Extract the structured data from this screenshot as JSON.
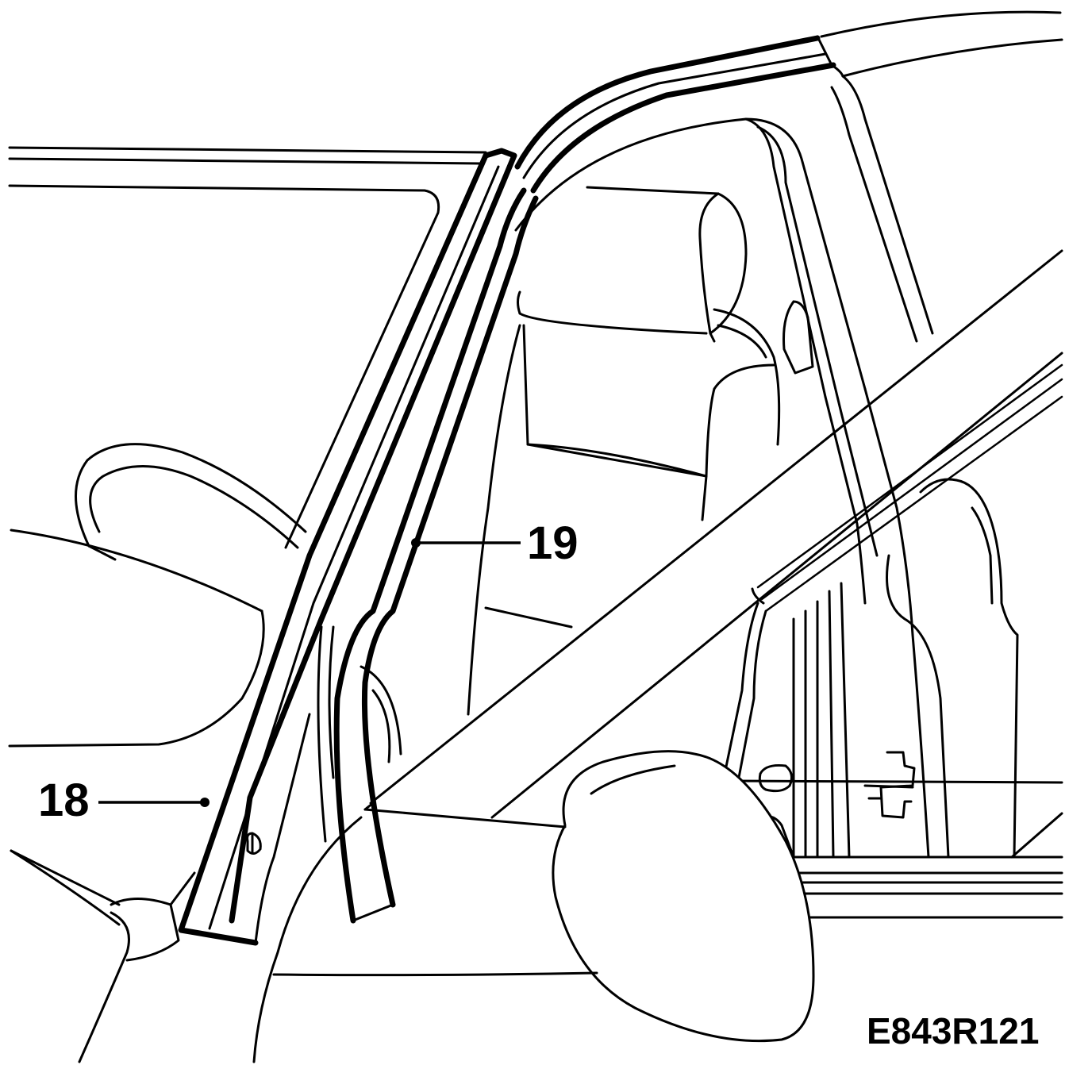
{
  "callouts": {
    "part_18": "18",
    "part_19": "19"
  },
  "figure_id": "E843R121"
}
